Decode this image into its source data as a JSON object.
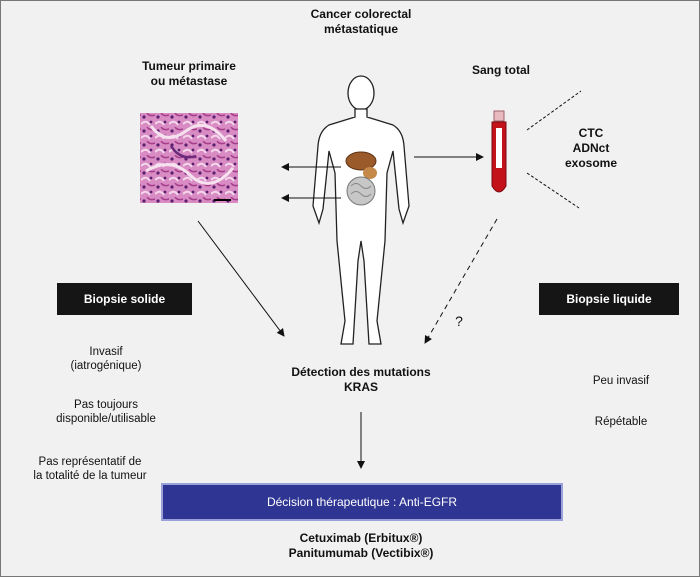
{
  "title": "Cancer colorectal\nmétastatique",
  "left_source": "Tumeur primaire\nou métastase",
  "right_source": "Sang total",
  "blood_components": "CTC\nADNct\nexosome",
  "solid_biopsy": "Biopsie solide",
  "liquid_biopsy": "Biopsie liquide",
  "solid_points": [
    "Invasif\n(iatrogénique)",
    "Pas toujours\ndisponible/utilisable",
    "Pas représentatif de\nla totalité de la tumeur"
  ],
  "liquid_points": [
    "Peu invasif",
    "Répétable"
  ],
  "detection": "Détection des mutations\nKRAS",
  "question_mark": "?",
  "decision": "Décision thérapeutique : Anti-EGFR",
  "drugs": "Cetuximab (Erbitux®)\nPanitumumab (Vectibix®)",
  "colors": {
    "background": "#f1f1f1",
    "decision_box": "#2e3592",
    "biopsy_box": "#151515",
    "blood": "#c4121b",
    "tissue": "#b54a8e"
  }
}
